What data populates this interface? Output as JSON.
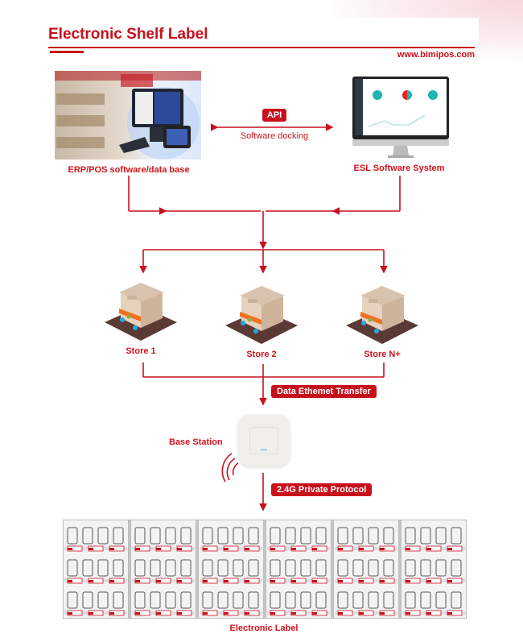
{
  "header": {
    "title": "Electronic Shelf Label",
    "website": "www.bimipos.com"
  },
  "top": {
    "pos_label": "ERP/POS software/data base",
    "esl_label": "ESL Software System",
    "api_badge": "API",
    "api_caption": "Software docking"
  },
  "stores": [
    {
      "label": "Store 1"
    },
    {
      "label": "Store 2"
    },
    {
      "label": "Store N+"
    }
  ],
  "transfer_badge": "Data Ethemet Transfer",
  "base_station": {
    "label": "Base Station"
  },
  "protocol_badge": "2.4G Private Protocol",
  "footer_label": "Electronic Label",
  "colors": {
    "accent": "#c8101c"
  }
}
